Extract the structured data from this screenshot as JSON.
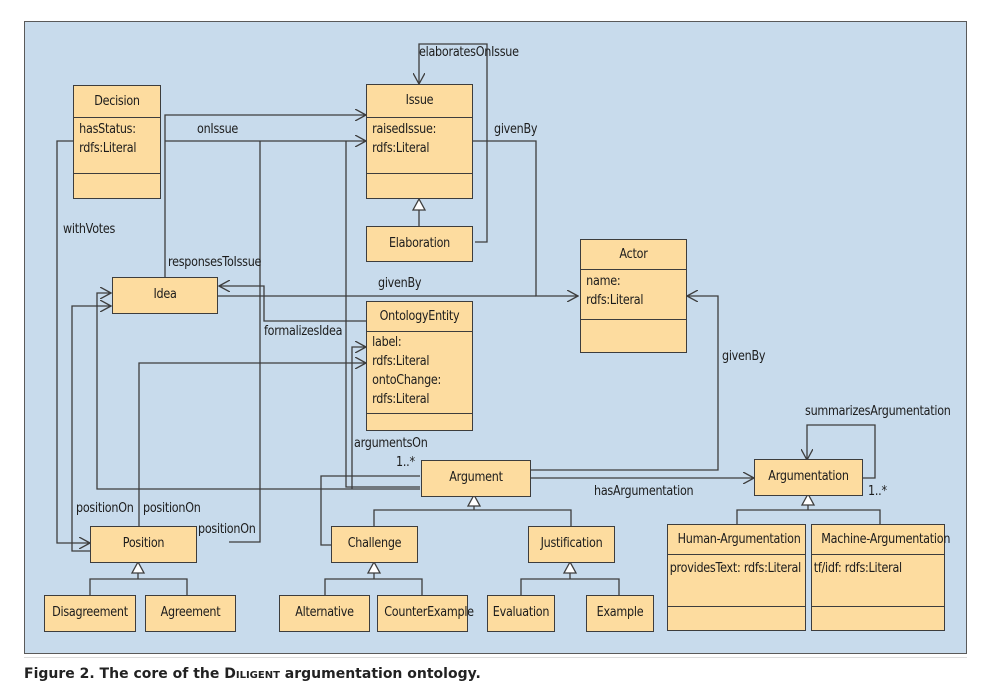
{
  "caption": {
    "prefix": "Figure 2. The core of the ",
    "brand": "Diligent",
    "suffix": " argumentation ontology."
  },
  "colors": {
    "panel_bg": "#c8dbec",
    "class_fill": "#fddc9f",
    "line": "#3d3d3d"
  },
  "classes": {
    "decision": {
      "name": "Decision",
      "attrs": [
        "hasStatus:",
        "rdfs:Literal"
      ]
    },
    "issue": {
      "name": "Issue",
      "attrs": [
        "raisedIssue:",
        "rdfs:Literal"
      ]
    },
    "elaboration": {
      "name": "Elaboration"
    },
    "actor": {
      "name": "Actor",
      "attrs": [
        "name:",
        "rdfs:Literal"
      ]
    },
    "idea": {
      "name": "Idea"
    },
    "ontology_entity": {
      "name": "OntologyEntity",
      "attrs": [
        "label:",
        "rdfs:Literal",
        "ontoChange:",
        "rdfs:Literal"
      ]
    },
    "argument": {
      "name": "Argument"
    },
    "argumentation": {
      "name": "Argumentation"
    },
    "position": {
      "name": "Position"
    },
    "challenge": {
      "name": "Challenge"
    },
    "justification": {
      "name": "Justification"
    },
    "human_argumentation": {
      "name": "Human-Argumentation",
      "attrs": [
        "providesText: rdfs:Literal"
      ]
    },
    "machine_argumentation": {
      "name": "Machine-Argumentation",
      "attrs": [
        "tf/idf: rdfs:Literal"
      ]
    },
    "disagreement": {
      "name": "Disagreement"
    },
    "agreement": {
      "name": "Agreement"
    },
    "alternative": {
      "name": "Alternative"
    },
    "counter_example": {
      "name": "CounterExample"
    },
    "evaluation": {
      "name": "Evaluation"
    },
    "example": {
      "name": "Example"
    }
  },
  "relations": {
    "elaborates_on_issue": "elaboratesOnIssue",
    "on_issue": "onIssue",
    "given_by_issue": "givenBy",
    "with_votes": "withVotes",
    "responses_to_issue": "responsesToIssue",
    "given_by_idea": "givenBy",
    "formalizes_idea": "formalizesIdea",
    "given_by_argument": "givenBy",
    "summarizes_argumentation": "summarizesArgumentation",
    "arguments_on": "argumentsOn",
    "arguments_on_mult": "1..*",
    "has_argumentation": "hasArgumentation",
    "argumentation_mult": "1..*",
    "position_on_1": "positionOn",
    "position_on_2": "positionOn",
    "position_on_3": "positionOn"
  }
}
